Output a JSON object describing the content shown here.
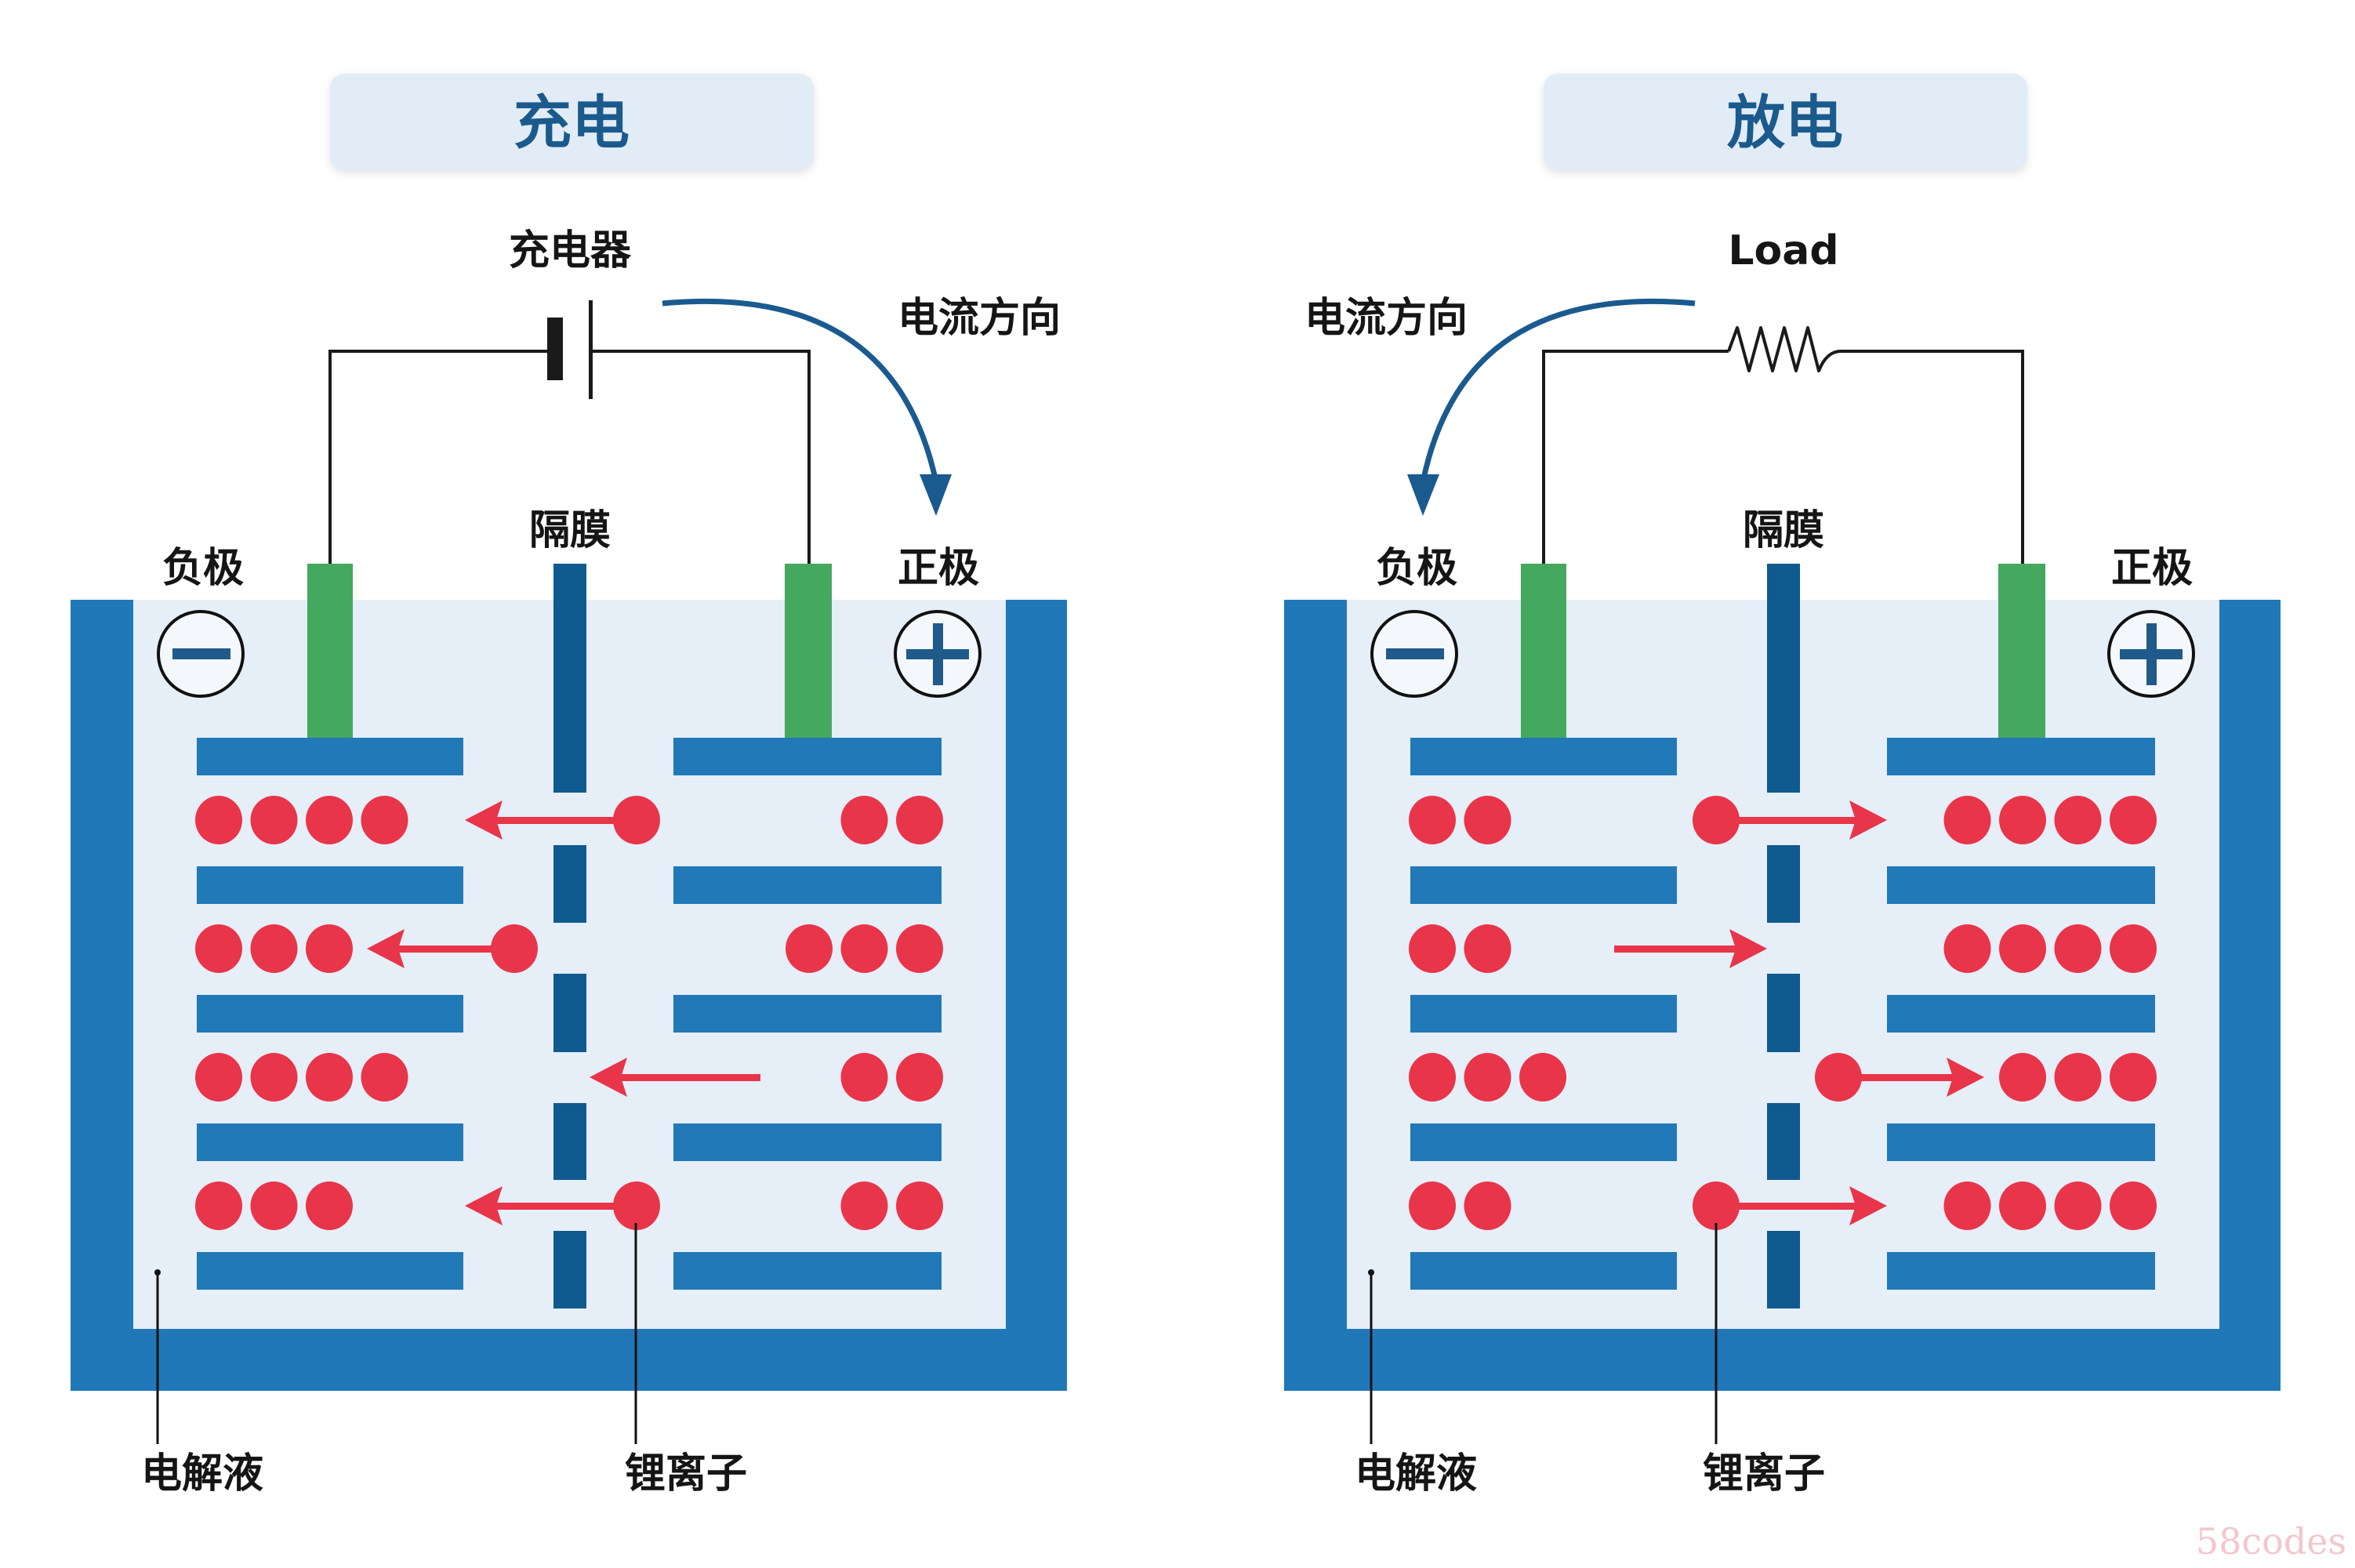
{
  "colors": {
    "title_bg": "#E2ECF7",
    "title_text": "#1B5A8C",
    "container": "#2178B8",
    "electrolyte": "#E6EEF7",
    "plate": "#2179B8",
    "separator": "#0F5A8F",
    "tab": "#44A85E",
    "ion": "#E8354A",
    "wire": "#1A1A1A",
    "current_arrow": "#1A5A8F",
    "sign": "#1F5A8A"
  },
  "panels": [
    {
      "id": "charge",
      "title": "充电",
      "source_label": "充电器",
      "source_type": "battery",
      "current_label": "电流方向",
      "current_direction": "clockwise",
      "separator_label": "隔膜",
      "negative_label": "负极",
      "positive_label": "正极",
      "electrolyte_label": "电解液",
      "ion_label": "锂离子",
      "ion_flow": "positive-to-negative",
      "rows": [
        {
          "anode_ions": 4,
          "cathode_ions": 2,
          "moving_ion": true
        },
        {
          "anode_ions": 3,
          "cathode_ions": 3,
          "moving_ion": true
        },
        {
          "anode_ions": 4,
          "cathode_ions": 2,
          "moving_ion": false
        },
        {
          "anode_ions": 3,
          "cathode_ions": 2,
          "moving_ion": true
        }
      ]
    },
    {
      "id": "discharge",
      "title": "放电",
      "source_label": "Load",
      "source_type": "resistor",
      "current_label": "电流方向",
      "current_direction": "counter-clockwise",
      "separator_label": "隔膜",
      "negative_label": "负极",
      "positive_label": "正极",
      "electrolyte_label": "电解液",
      "ion_label": "锂离子",
      "ion_flow": "negative-to-positive",
      "rows": [
        {
          "anode_ions": 2,
          "cathode_ions": 4,
          "moving_ion": true
        },
        {
          "anode_ions": 2,
          "cathode_ions": 4,
          "moving_ion": false
        },
        {
          "anode_ions": 3,
          "cathode_ions": 3,
          "moving_ion": true
        },
        {
          "anode_ions": 2,
          "cathode_ions": 4,
          "moving_ion": true
        }
      ]
    }
  ],
  "watermark": "58codes"
}
